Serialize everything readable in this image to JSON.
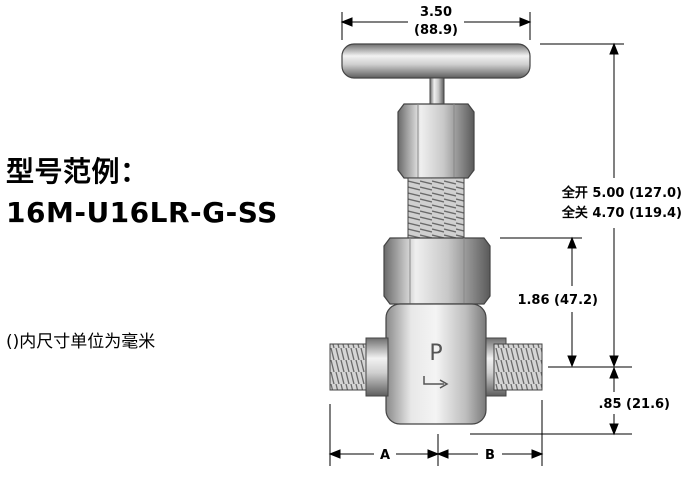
{
  "heading": {
    "line1": "型号范例：",
    "line2": "16M-U16LR-G-SS"
  },
  "unit_note": "()内尺寸单位为毫米",
  "dimensions": {
    "width_in": "3.50",
    "width_mm": "(88.9)",
    "height_open": "全开 5.00 (127.0)",
    "height_closed": "全关 4.70 (119.4)",
    "mid_height": "1.86 (47.2)",
    "base_height": ".85 (21.6)",
    "left_label": "A",
    "right_label": "B"
  },
  "body_mark": "P"
}
